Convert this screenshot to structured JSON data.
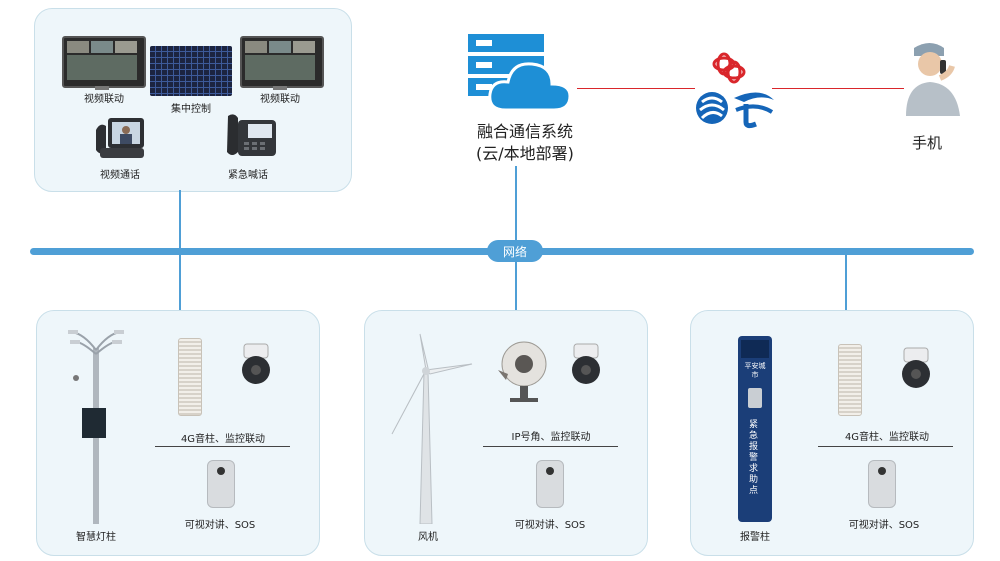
{
  "top_panel": {
    "labels": {
      "video_link_left": "视频联动",
      "central_control": "集中控制",
      "video_link_right": "视频联动",
      "video_call": "视频通话",
      "emergency_call": "紧急喊话"
    }
  },
  "system": {
    "title_line1": "融合通信系统",
    "title_line2": "(云/本地部署)"
  },
  "mobile": {
    "label": "手机"
  },
  "network": {
    "label": "网络"
  },
  "panels": {
    "left": {
      "main_device": "智慧灯柱",
      "row1": "4G音柱、监控联动",
      "row2": "可视对讲、SOS"
    },
    "middle": {
      "main_device": "风机",
      "row1": "IP号角、监控联动",
      "row2": "可视对讲、SOS"
    },
    "right": {
      "main_device": "报警柱",
      "row1": "4G音柱、监控联动",
      "row2": "可视对讲、SOS",
      "pillar_sign_top": "平安城市",
      "pillar_sign_vertical": "紧急报警求助点"
    }
  },
  "colors": {
    "network_line": "#4f9fd6",
    "panel_bg": "#eef6fa",
    "carrier_link": "#d9262b",
    "cloud_blue": "#1e8fd6"
  },
  "icons": {
    "server": "server-cloud-icon",
    "carriers": "carrier-logos-icon",
    "person": "phone-user-icon"
  }
}
